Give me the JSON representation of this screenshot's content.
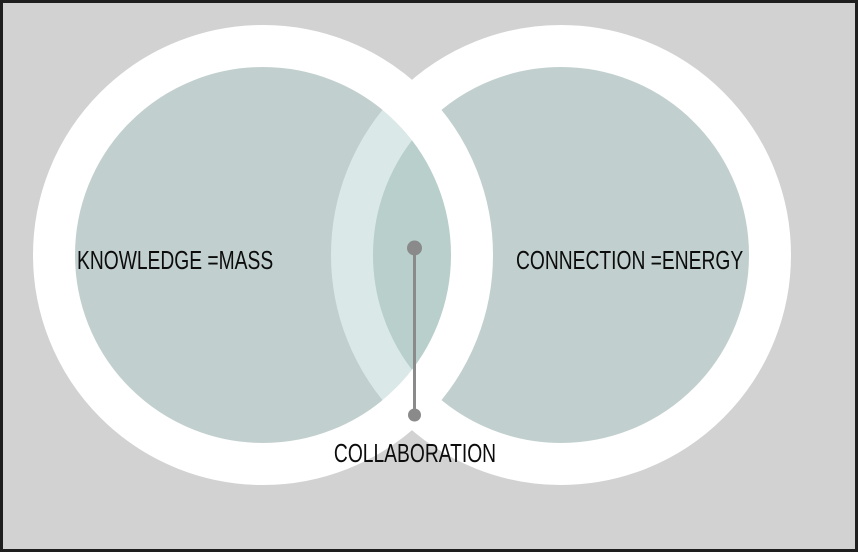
{
  "diagram": {
    "type": "venn-diagram",
    "background_color": "#d2d2d2",
    "border_color": "#1e1e1e",
    "ring_color": "#ffffff",
    "circle_fill": "rgba(174, 206, 201, 0.45)",
    "connector_color": "#8a8a8a",
    "labels": {
      "left_circle": "KNOWLEDGE =MASS",
      "right_circle": "CONNECTION =ENERGY",
      "intersection": "COLLABORATION"
    }
  }
}
